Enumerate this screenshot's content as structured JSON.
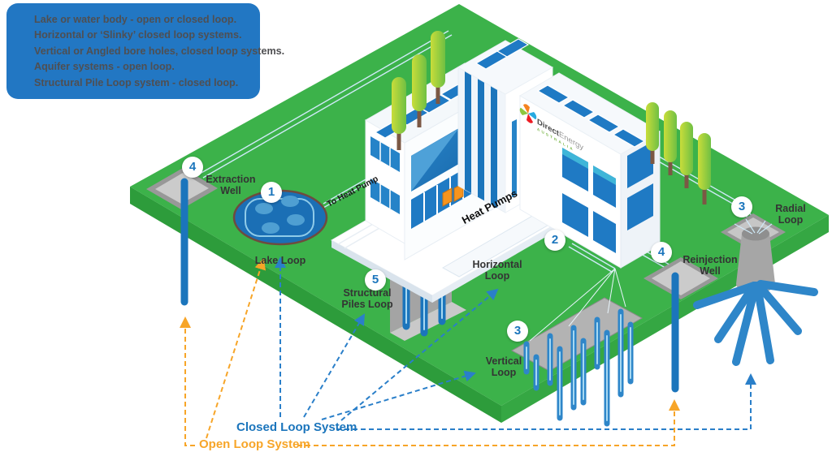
{
  "info_box": {
    "lines": [
      "Lake or water body - open or closed loop.",
      "Horizontal or ‘Slinky’ closed loop systems.",
      "Vertical or Angled bore holes, closed loop systems.",
      "Aquifer systems - open loop.",
      "Structural Pile Loop system - closed loop."
    ]
  },
  "features": {
    "extraction_well": {
      "badge": "4",
      "label": "Extraction\nWell"
    },
    "lake_loop": {
      "badge": "1",
      "label": "Lake Loop"
    },
    "horizontal_loop": {
      "badge": "2",
      "label": "Horizontal\nLoop"
    },
    "structural_piles": {
      "badge": "5",
      "label": "Structural\nPiles Loop"
    },
    "vertical_loop": {
      "badge": "3",
      "label": "Vertical\nLoop"
    },
    "radial_loop": {
      "badge": "3",
      "label": "Radial\nLoop"
    },
    "reinjection_well": {
      "badge": "4",
      "label": "Reinjection\nWell"
    }
  },
  "building": {
    "heat_pumps": "Heat Pumps",
    "to_heat_pump": "To Heat Pump",
    "logo": {
      "part1": "Direct",
      "part2": "Energy",
      "part3": "AUSTRALIA"
    }
  },
  "legend": {
    "closed": "Closed Loop System",
    "open": "Open Loop System"
  },
  "colors": {
    "closed_loop": "#1b75bc",
    "open_loop": "#f7a528",
    "grass": "#3cb24a",
    "info_box": "#2277c3",
    "pipe": "#2e86c9"
  }
}
